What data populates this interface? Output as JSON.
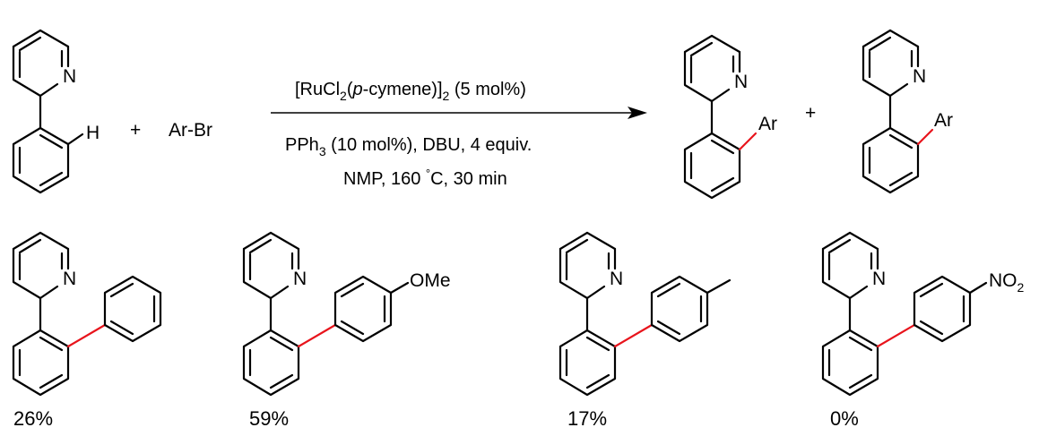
{
  "reaction": {
    "reactant_h_label": "H",
    "plus_1": "+",
    "reagent": "Ar-Br",
    "conditions": {
      "catalyst_1": "[RuCl",
      "catalyst_1_sub": "2",
      "catalyst_1_open": "(",
      "catalyst_1_italic": "p",
      "catalyst_1_cont": "-cymene)]",
      "catalyst_1_sub2": "2",
      "catalyst_1_end": " (5 mol%)",
      "ligand_main": "PPh",
      "ligand_sub": "3",
      "ligand_rest": " (10 mol%), DBU, 4 equiv.",
      "solvent_pre": "NMP, 160 ",
      "solvent_deg": "°",
      "solvent_post": "C, 30 min"
    },
    "product_1_ar": "Ar",
    "plus_2": "+",
    "product_2_ar": "Ar"
  },
  "atoms": {
    "nitrogen": "N"
  },
  "examples": [
    {
      "substituent": "",
      "yield": "26%"
    },
    {
      "substituent": "OMe",
      "yield": "59%"
    },
    {
      "substituent": "",
      "yield": "17%"
    },
    {
      "substituent_main": "NO",
      "substituent_sub": "2",
      "yield": "0%"
    }
  ]
}
